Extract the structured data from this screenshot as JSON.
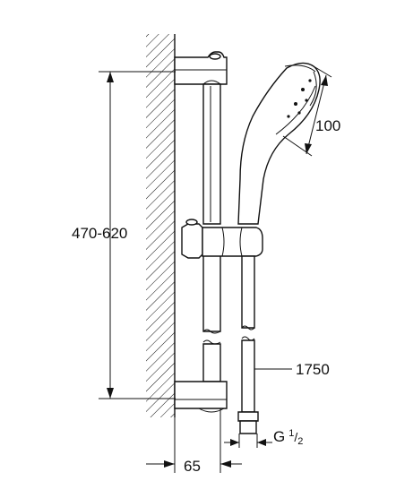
{
  "dimensions": {
    "height_range": "470-620",
    "head_diameter": "100",
    "hose_length": "1750",
    "thread_prefix": "G",
    "thread_numerator": "1",
    "thread_denominator": "2",
    "wall_offset": "65"
  }
}
